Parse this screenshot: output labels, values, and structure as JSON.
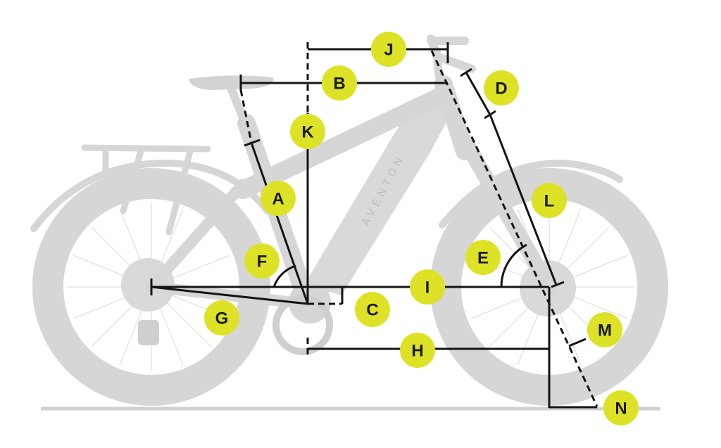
{
  "brand_text": "AVENTON",
  "colors": {
    "badge_fill": "#dde227",
    "line_color": "#141414",
    "bike_color": "#d6d6d6",
    "ground_color": "#d0d0d0"
  },
  "labels": {
    "A": "A",
    "B": "B",
    "C": "C",
    "D": "D",
    "E": "E",
    "F": "F",
    "G": "G",
    "H": "H",
    "I": "I",
    "J": "J",
    "K": "K",
    "L": "L",
    "M": "M",
    "N": "N"
  }
}
